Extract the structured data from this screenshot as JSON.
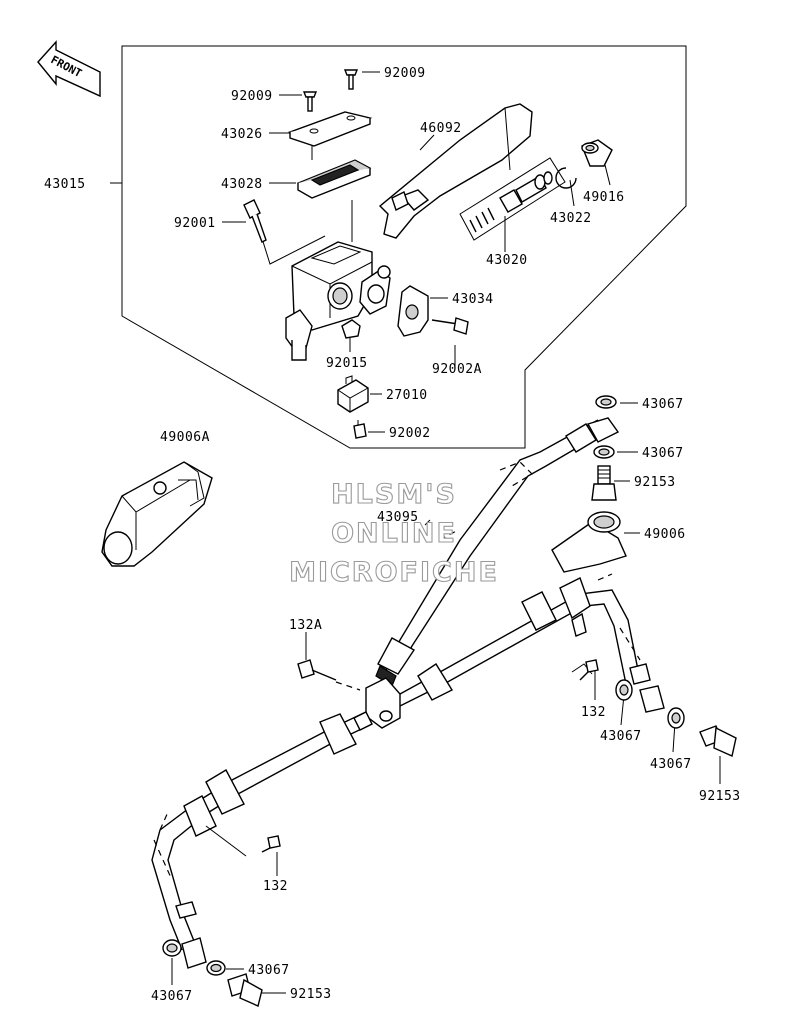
{
  "front_label": "FRONT",
  "watermark": [
    "HLSM'S",
    "ONLINE",
    "MICROFICHE"
  ],
  "callouts": {
    "c92009a": "92009",
    "c92009b": "92009",
    "c43026": "43026",
    "c46092": "46092",
    "c43015": "43015",
    "c43028": "43028",
    "c49016": "49016",
    "c43022": "43022",
    "c92001": "92001",
    "c43020": "43020",
    "c43034": "43034",
    "c92015": "92015",
    "c92002A": "92002A",
    "c27010": "27010",
    "c92002": "92002",
    "c49006A": "49006A",
    "c43067a": "43067",
    "c43067b": "43067",
    "c92153a": "92153",
    "c43095": "43095",
    "c49006": "49006",
    "c132A": "132A",
    "c132a": "132",
    "c43067c": "43067",
    "c43067d": "43067",
    "c92153b": "92153",
    "c132b": "132",
    "c43067e": "43067",
    "c43067f": "43067",
    "c92153c": "92153"
  }
}
